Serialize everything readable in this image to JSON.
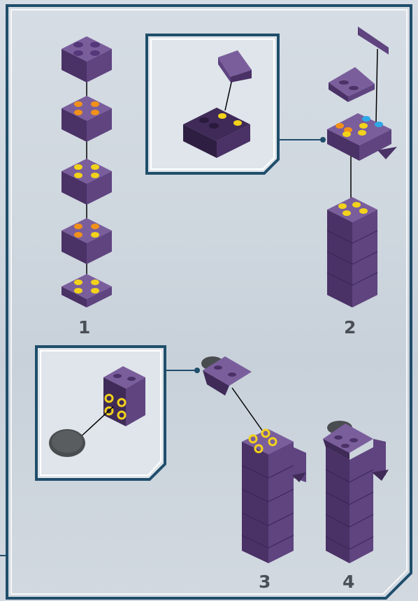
{
  "page": {
    "steps": [
      {
        "number": "1",
        "label": "1"
      },
      {
        "number": "2",
        "label": "2"
      },
      {
        "number": "3",
        "label": "3"
      },
      {
        "number": "4",
        "label": "4"
      }
    ]
  },
  "colors": {
    "frame": "#1f4e6b",
    "brick": "#5b4079",
    "brick_top": "#7a5e9c",
    "brick_side": "#3f2a58",
    "stud_yellow": "#f2d21a",
    "stud_orange": "#f2911a",
    "stud_blue": "#2ea8e6",
    "round_tile": "#4a4d50"
  }
}
